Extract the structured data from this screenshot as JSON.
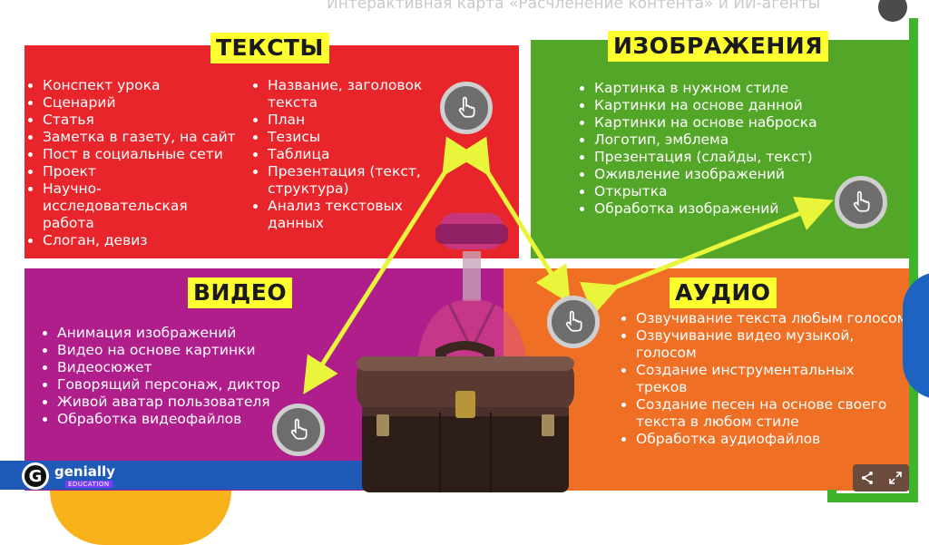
{
  "header": {
    "faded_title": "Интерактивная карта «Расчленение контента» и ИИ-агенты"
  },
  "panels": {
    "texts": {
      "title": "ТЕКСТЫ",
      "col1": [
        "Конспект урока",
        "Сценарий",
        "Статья",
        "Заметка в газету, на сайт",
        "Пост в социальные сети",
        "Проект",
        "Научно-исследовательская работа",
        "Слоган, девиз"
      ],
      "col2": [
        "Название, заголовок текста",
        "План",
        "Тезисы",
        "Таблица",
        "Презентация (текст, структура)",
        "Анализ текстовых данных"
      ]
    },
    "images": {
      "title": "ИЗОБРАЖЕНИЯ",
      "items": [
        "Картинка в нужном стиле",
        "Картинки на основе данной",
        "Картинки на основе наброска",
        "Логотип, эмблема",
        "Презентация (слайды, текст)",
        "Оживление изображений",
        "Открытка",
        "Обработка изображений"
      ]
    },
    "video": {
      "title": "ВИДЕО",
      "items": [
        "Анимация изображений",
        "Видео на основе картинки",
        "Видеосюжет",
        "Говорящий персонаж, диктор",
        "Живой аватар пользователя",
        "Обработка видеофайлов"
      ]
    },
    "audio": {
      "title": "АУДИО",
      "items": [
        "Озвучивание текста любым голосом",
        "Озвучивание видео музыкой, голосом",
        "Создание инструментальных треков",
        "Создание песен на основе своего текста в любом стиле",
        "Обработка аудиофайлов"
      ]
    }
  },
  "logo": {
    "word": "genially",
    "sub": "EDUCATION",
    "mark": "G"
  },
  "colors": {
    "texts_bg": "#e8252b",
    "images_bg": "#54a628",
    "video_bg": "#b01e8c",
    "audio_bg": "#ef6f25",
    "title_bg": "#ffff2f",
    "arrow": "#e8f53a"
  },
  "icons": [
    "hand-pointer-icon",
    "share-icon",
    "fullscreen-icon"
  ]
}
